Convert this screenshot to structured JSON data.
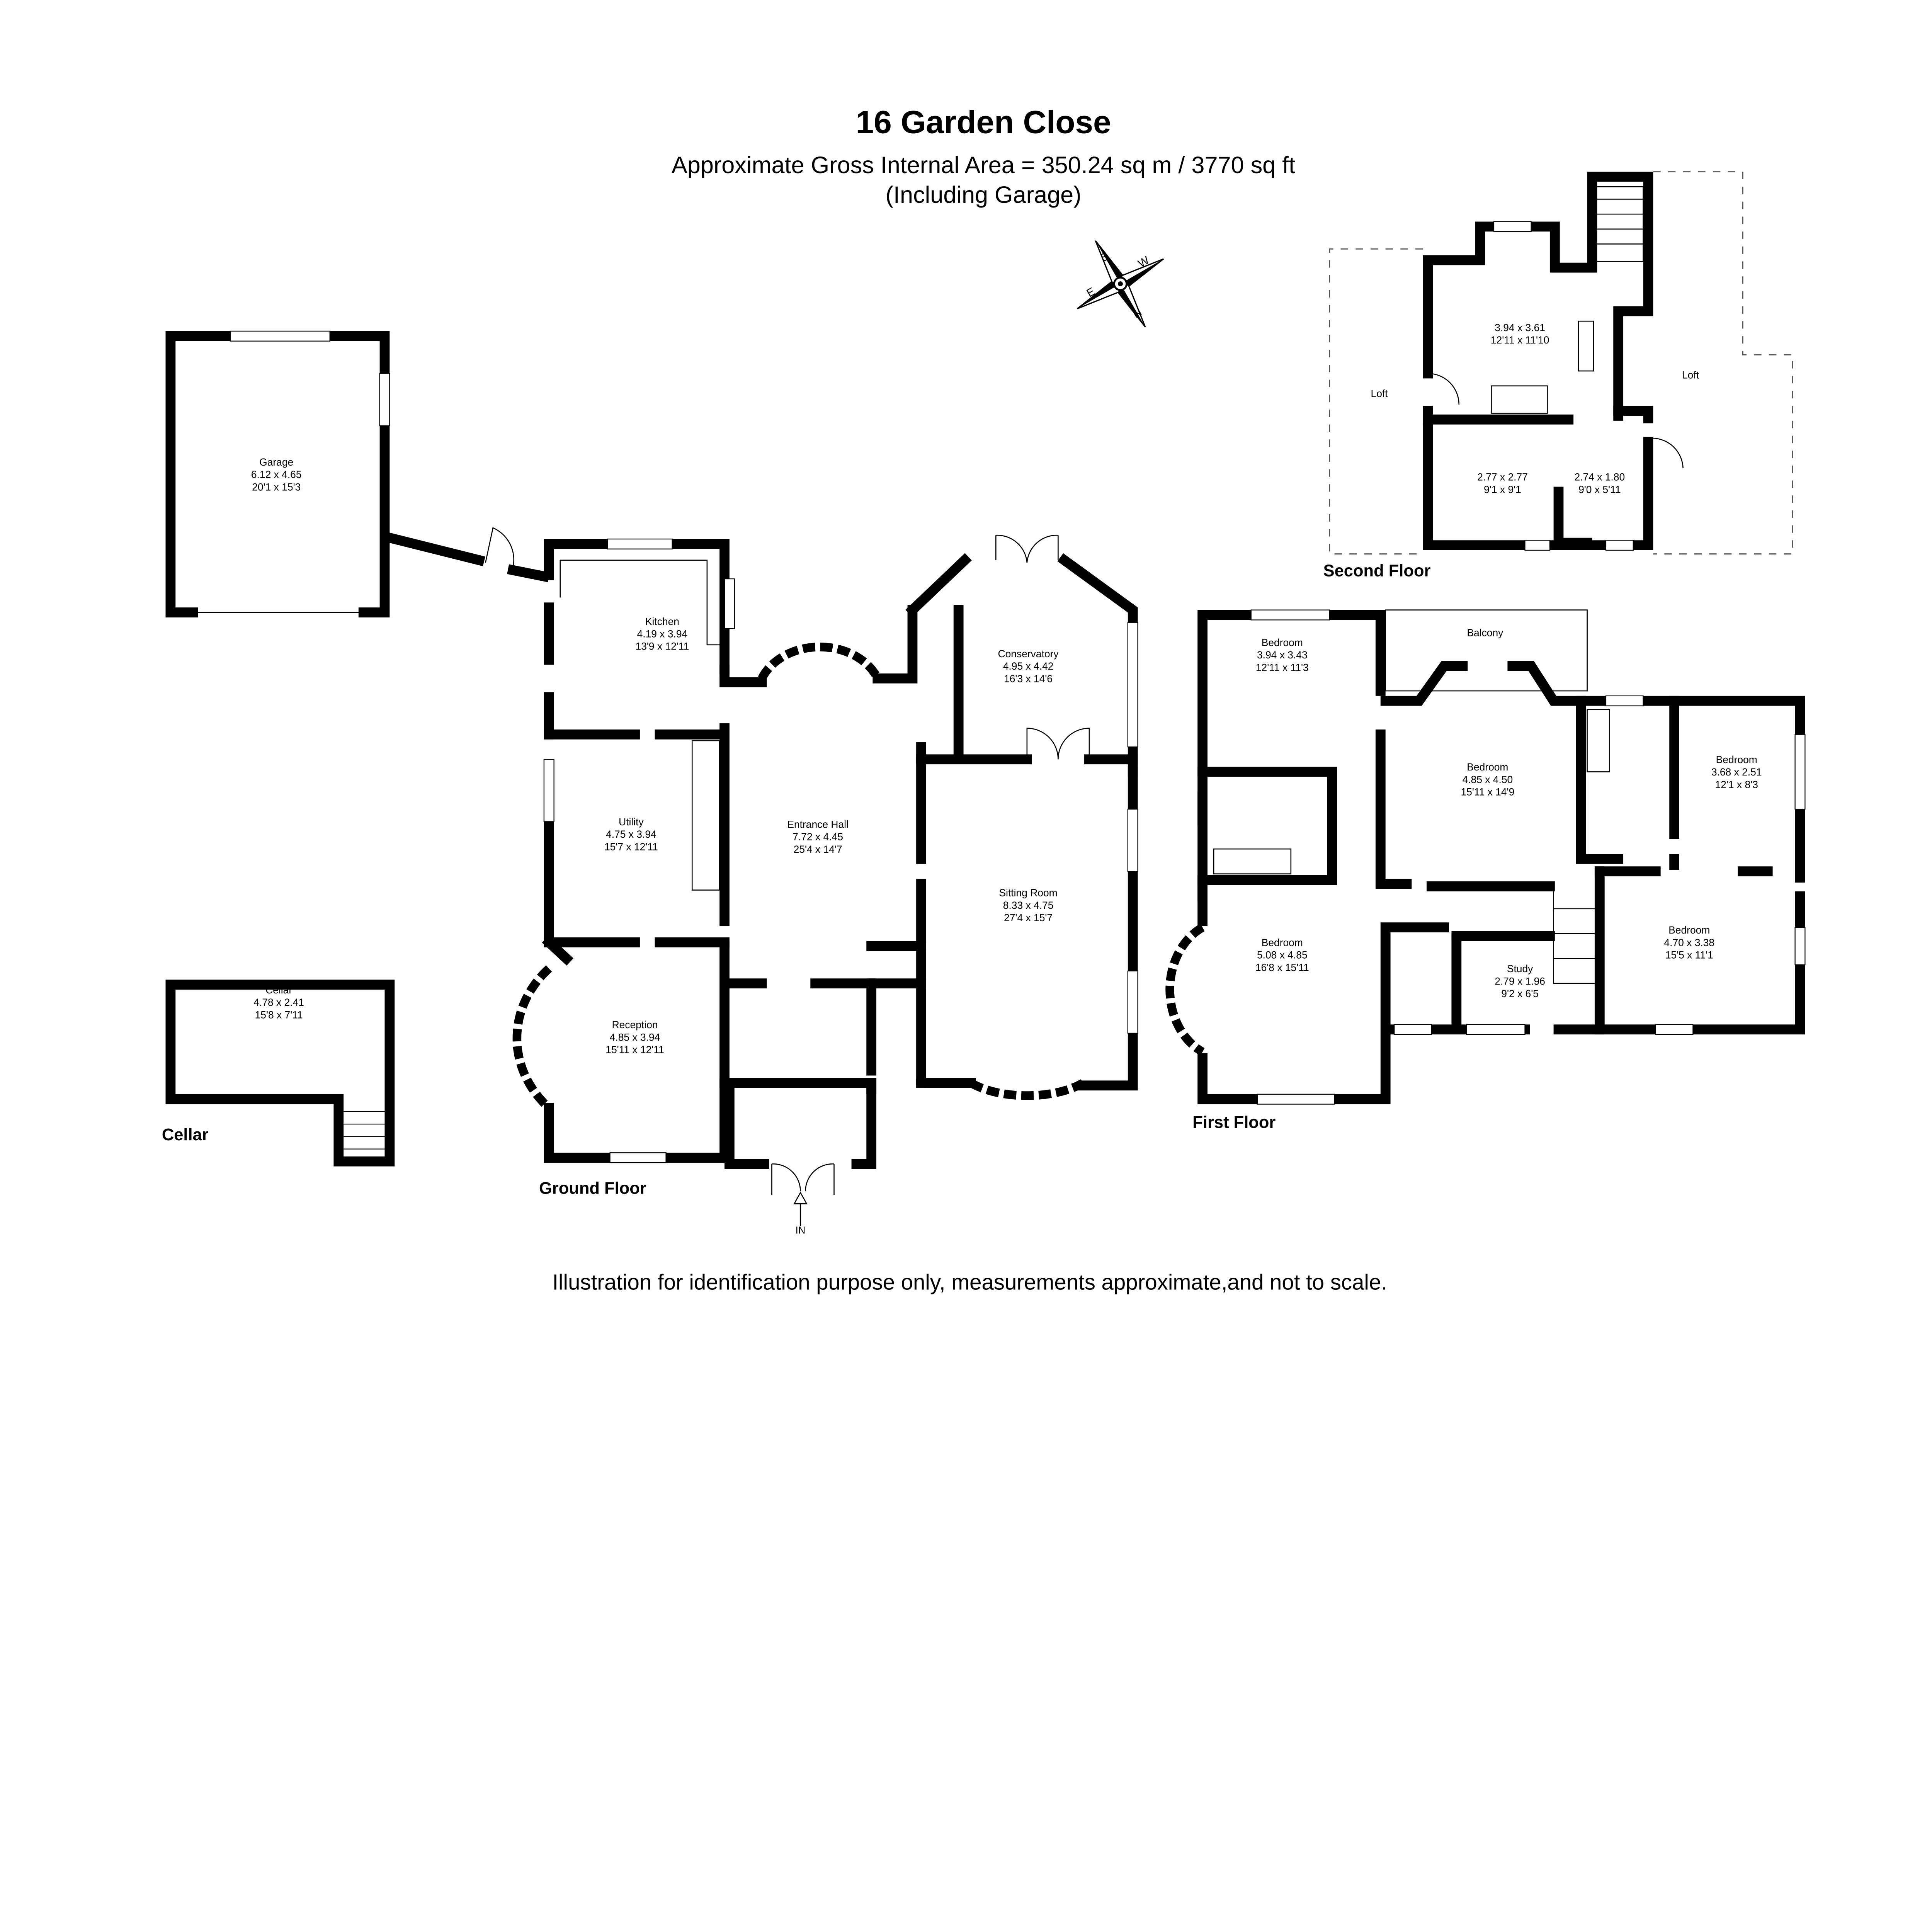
{
  "header": {
    "title": "16 Garden Close",
    "area": "Approximate Gross Internal Area = 350.24 sq m / 3770 sq ft",
    "note": "(Including Garage)"
  },
  "compass": {
    "n": "N",
    "e": "E",
    "s": "S",
    "w": "W"
  },
  "garage": {
    "name": "Garage",
    "metric": "6.12 x 4.65",
    "imperial": "20'1 x 15'3"
  },
  "cellar": {
    "name": "Cellar",
    "metric": "4.78 x 2.41",
    "imperial": "15'8 x 7'11",
    "floor_label": "Cellar"
  },
  "ground_floor": {
    "label": "Ground Floor",
    "entrance_label": "IN",
    "rooms": [
      {
        "name": "Kitchen",
        "metric": "4.19 x 3.94",
        "imperial": "13'9 x 12'11"
      },
      {
        "name": "Utility",
        "metric": "4.75 x 3.94",
        "imperial": "15'7 x 12'11"
      },
      {
        "name": "Entrance Hall",
        "metric": "7.72 x 4.45",
        "imperial": "25'4 x 14'7"
      },
      {
        "name": "Conservatory",
        "metric": "4.95 x 4.42",
        "imperial": "16'3 x 14'6"
      },
      {
        "name": "Sitting Room",
        "metric": "8.33 x 4.75",
        "imperial": "27'4 x 15'7"
      },
      {
        "name": "Reception",
        "metric": "4.85 x 3.94",
        "imperial": "15'11 x 12'11"
      }
    ]
  },
  "first_floor": {
    "label": "First Floor",
    "balcony": "Balcony",
    "rooms": [
      {
        "name": "Bedroom",
        "metric": "3.94 x 3.43",
        "imperial": "12'11 x 11'3"
      },
      {
        "name": "Bedroom",
        "metric": "4.85 x 4.50",
        "imperial": "15'11 x 14'9"
      },
      {
        "name": "Bedroom",
        "metric": "3.68 x 2.51",
        "imperial": "12'1 x 8'3"
      },
      {
        "name": "Bedroom",
        "metric": "5.08 x 4.85",
        "imperial": "16'8 x 15'11"
      },
      {
        "name": "Study",
        "metric": "2.79 x 1.96",
        "imperial": "9'2 x 6'5"
      },
      {
        "name": "Bedroom",
        "metric": "4.70 x 3.38",
        "imperial": "15'5 x 11'1"
      }
    ]
  },
  "second_floor": {
    "label": "Second Floor",
    "loft_left": "Loft",
    "loft_right": "Loft",
    "rooms": [
      {
        "metric": "3.94 x 3.61",
        "imperial": "12'11 x 11'10"
      },
      {
        "metric": "2.77 x 2.77",
        "imperial": "9'1 x 9'1"
      },
      {
        "metric": "2.74 x 1.80",
        "imperial": "9'0 x 5'11"
      }
    ]
  },
  "footer": "Illustration for identification purpose only, measurements approximate,and not to scale."
}
